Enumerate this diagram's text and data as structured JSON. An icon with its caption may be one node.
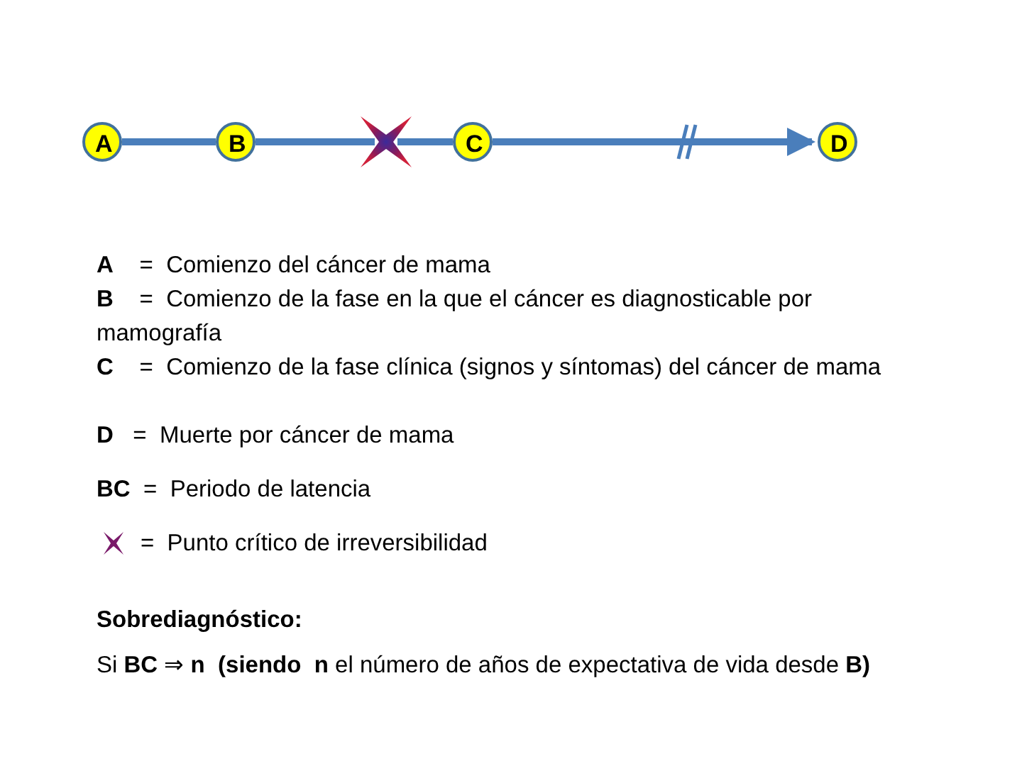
{
  "diagram": {
    "nodes": [
      {
        "text": [
          "A"
        ]
      },
      {
        "text": [
          "B"
        ]
      },
      {
        "text": [],
        "shape": "star"
      },
      {
        "text": [
          "C"
        ]
      },
      {
        "text": [
          "D"
        ]
      }
    ],
    "edges": [
      {
        "from": 0,
        "to": 1,
        "arrow": "none"
      },
      {
        "from": 1,
        "to": 2,
        "arrow": "none"
      },
      {
        "from": 2,
        "to": 3,
        "arrow": "none"
      },
      {
        "from": 3,
        "to": 4,
        "arrow": "to"
      }
    ],
    "labels": [
      "**A**    =  Comienzo del cáncer de mama",
      "**B**    =  Comienzo de la fase en la que el cáncer es diagnosticable por mamografía",
      "**C**    =  Comienzo de la fase clínica (signos y síntomas) del cáncer de mama",
      "**D**   =  Muerte por cáncer de mama",
      "**BC**  =  Periodo de latencia",
      "Sobrediagnóstico:",
      "Si **BC** ⇒ **n  (siendo  n** el número de años de expectativa de vida desde **B)**"
    ],
    "legend": [
      {
        "text": "=  Punto crítico de irreversibilidad"
      }
    ]
  }
}
